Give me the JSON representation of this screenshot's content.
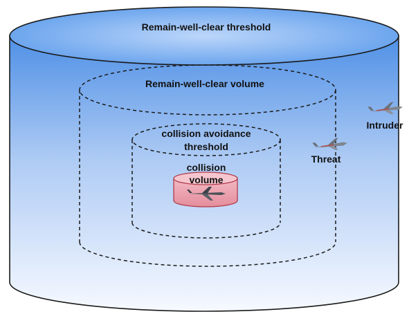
{
  "labels": {
    "outer": "Remain-well-clear threshold",
    "middle": "Remain-well-clear volume",
    "inner_line1": "collision avoidance",
    "inner_line2": "threshold",
    "core_line1": "collision",
    "core_line2": "volume",
    "threat": "Threat",
    "intruder": "Intruder"
  },
  "colors": {
    "outer_top_fill": "#5b9bea",
    "outer_bottom_fill": "#f4f8ff",
    "core_fill": "#e8a0ad",
    "core_stroke": "#b03a4a",
    "outline": "#1a1a1a"
  },
  "icons": [
    "own-aircraft-icon",
    "threat-aircraft-icon",
    "intruder-aircraft-icon"
  ]
}
